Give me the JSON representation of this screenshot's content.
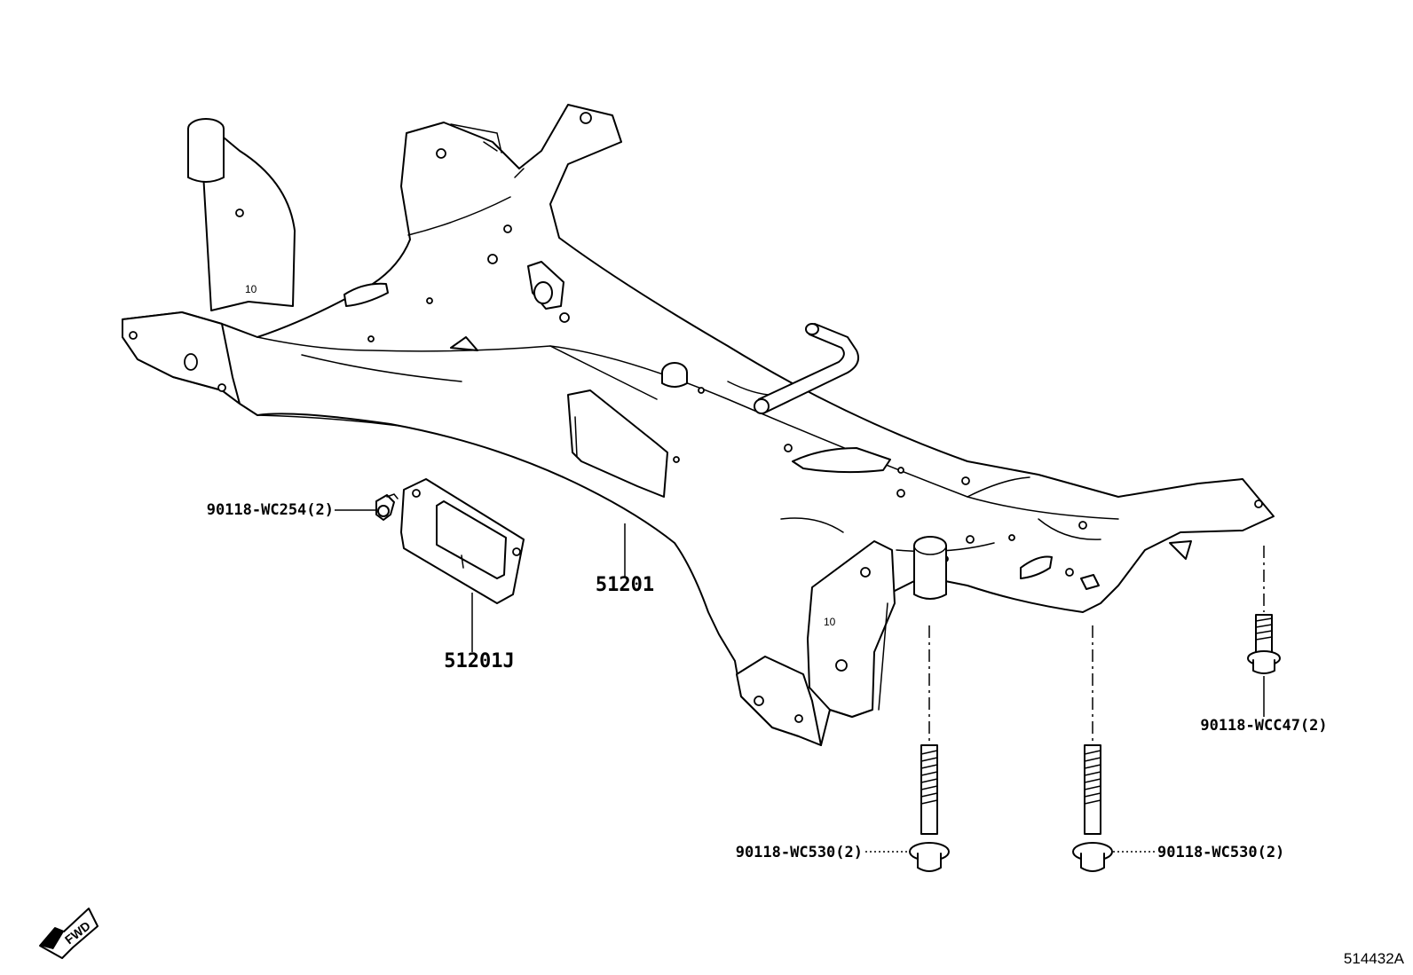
{
  "diagram": {
    "parts": {
      "crossmember": {
        "number": "51201"
      },
      "cover": {
        "number": "51201J"
      },
      "clip_bolt": {
        "number": "90118-WC254(2)"
      },
      "rear_bolt": {
        "number": "90118-WCC47(2)"
      },
      "long_bolt_left": {
        "number": "90118-WC530(2)"
      },
      "long_bolt_right": {
        "number": "90118-WC530(2)"
      }
    },
    "direction_arrow": {
      "text": "FWD"
    },
    "illustration_code": "514432A"
  }
}
